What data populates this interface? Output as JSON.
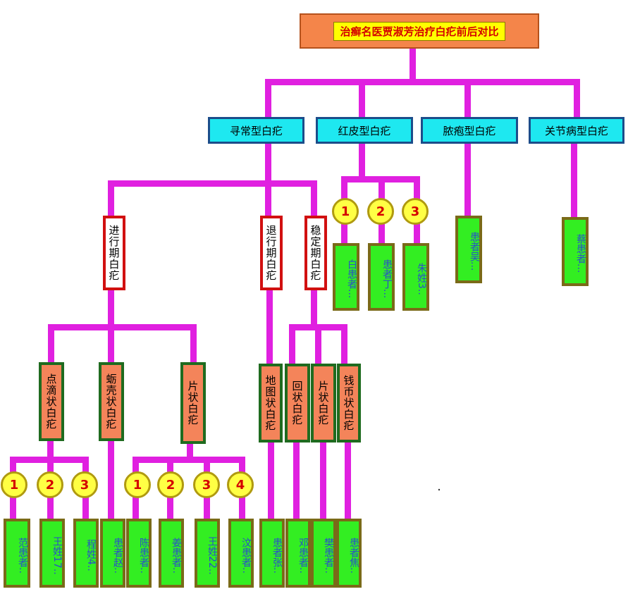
{
  "title": "治癣名医贾淑芳治疗白疕前后对比",
  "types": {
    "common": "寻常型白疕",
    "erythrodermic": "红皮型白疕",
    "pustular": "脓疱型白疕",
    "arthropathic": "关节病型白疕"
  },
  "stages": {
    "progressive": "进行期白疕",
    "regressive": "退行期白疕",
    "stable": "稳定期白疕"
  },
  "kinds": {
    "guttate": "点滴状白疕",
    "ostraceous": "蛎壳状白疕",
    "plaque1": "片状白疕",
    "geographic": "地图状白疕",
    "annular": "回状白疕",
    "plaque2": "片状白疕",
    "nummular": "钱币状白疕"
  },
  "numbers": [
    "1",
    "2",
    "3",
    "4"
  ],
  "patients": {
    "erythro": [
      "白患者...",
      "患者丁...",
      "朱姓3.."
    ],
    "pustular": "患者吴...",
    "arthro": "蔡患者...",
    "guttate": [
      "范患者..",
      "王姓17..",
      "程姓4.."
    ],
    "ostraceous": "患者赵..",
    "plaque1": [
      "陈患者..",
      "姜患者..",
      "王姓22..",
      "汶患者.."
    ],
    "geographic": "患者张..",
    "annular": "邓患者..",
    "plaque2": "樊患者..",
    "nummular": "患者焦.."
  },
  "colors": {
    "connector": "#e020e0",
    "title_bg": "#f4854a",
    "title_text": "#d40000",
    "type_fill": "#1ee8f0",
    "patient_fill": "#33ee22"
  }
}
